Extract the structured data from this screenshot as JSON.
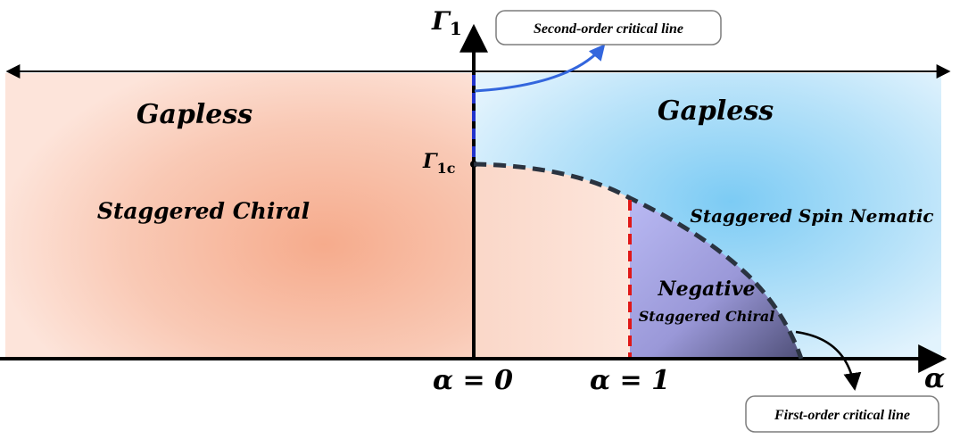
{
  "axes": {
    "y_symbol": "Γ",
    "y_subscript": "1",
    "x_symbol": "α",
    "critical_symbol": "Γ",
    "critical_subscript": "1c",
    "tick_alpha0": "α = 0",
    "tick_alpha1": "α = 1"
  },
  "regions": {
    "left_gapless": "Gapless",
    "left_phase": "Staggered Chiral",
    "right_gapless": "Gapless",
    "right_phase": "Staggered Spin Nematic",
    "negative_line1": "Negative",
    "negative_line2": "Staggered Chiral"
  },
  "callouts": {
    "second_order": "Second-order critical line",
    "first_order": "First-order critical line"
  },
  "colors": {
    "left_region": "#f6b49a",
    "right_region": "#8fd2f5",
    "negative_region": "#9c9ce0",
    "second_order_line": "#2233cc",
    "first_order_line": "#2a3340",
    "alpha1_line": "#e01818",
    "callout_arrow": "#3366dd"
  }
}
